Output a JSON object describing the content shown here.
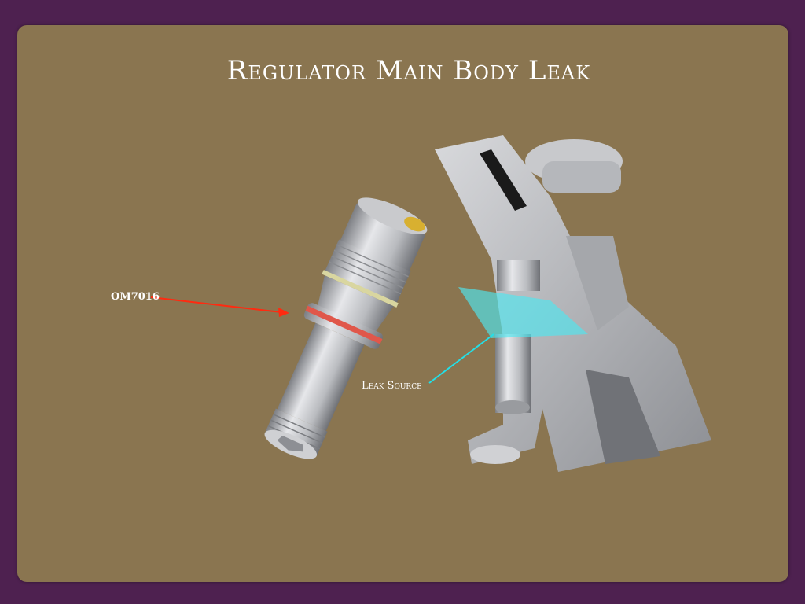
{
  "slide": {
    "title": "Regulator Main Body Leak",
    "callouts": [
      {
        "label": "OM7016",
        "color": "#ff2a10"
      },
      {
        "label": "Leak Source",
        "color": "#22e0e8"
      }
    ]
  },
  "colors": {
    "frame": "#4e2150",
    "panel": "#8a7550",
    "oring": "#e0574a",
    "leak_plane": "#4fe6f0"
  }
}
